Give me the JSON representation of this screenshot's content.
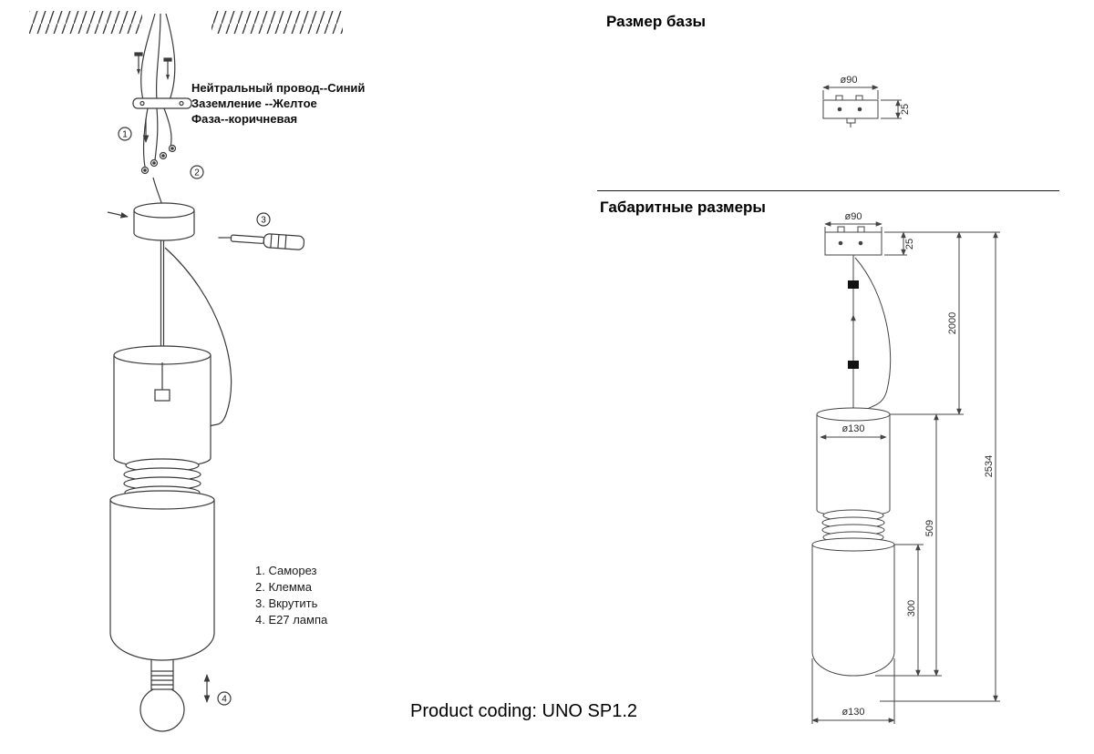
{
  "left_diagram": {
    "wire_label_1": "Нейтральный провод--Синий",
    "wire_label_2": "Заземление --Желтое",
    "wire_label_3": "Фаза--коричневая",
    "marker_1": "1",
    "marker_2": "2",
    "marker_3": "3",
    "marker_4": "4",
    "legend_1": "1. Саморез",
    "legend_2": "2. Клемма",
    "legend_3": "3. Вкрутить",
    "legend_4": "4. E27 лампа"
  },
  "base_section": {
    "title": "Размер базы",
    "dim_diameter": "ø90",
    "dim_height": "25"
  },
  "overall_section": {
    "title": "Габаритные размеры",
    "dim_base_diameter": "ø90",
    "dim_base_height": "25",
    "dim_cord": "2000",
    "dim_total": "2534",
    "dim_shade_diameter": "ø130",
    "dim_lamp_height": "509",
    "dim_body_height": "300",
    "dim_bottom_diameter": "ø130"
  },
  "footer": {
    "product_coding": "Product coding: UNO SP1.2"
  },
  "colors": {
    "line": "#3a3a3a",
    "text": "#111111",
    "background": "#ffffff"
  }
}
